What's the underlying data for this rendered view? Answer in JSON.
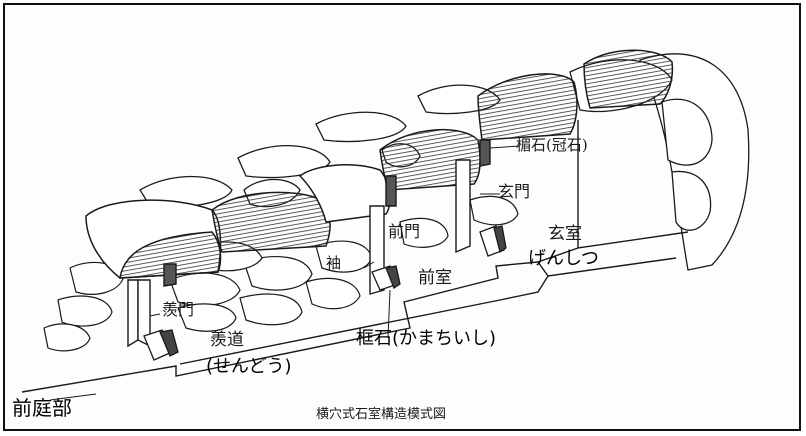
{
  "title": "横穴式石室構造模式図",
  "labels": {
    "kamuriishi": "楣石(冠石)",
    "genmon": "玄門",
    "genshitsu": "玄室",
    "genshitsu_reading": "げんしつ",
    "zenmon": "前門",
    "sode": "袖",
    "zenshitsu": "前室",
    "senmon": "羨門",
    "sendo": "羨道",
    "sendo_reading": "(せんどう)",
    "kamachiishi": "框石(かまちいし)",
    "zenteibu": "前庭部"
  },
  "colors": {
    "ink": "#1a1a1a",
    "hatch": "#333333",
    "border": "#111111"
  }
}
